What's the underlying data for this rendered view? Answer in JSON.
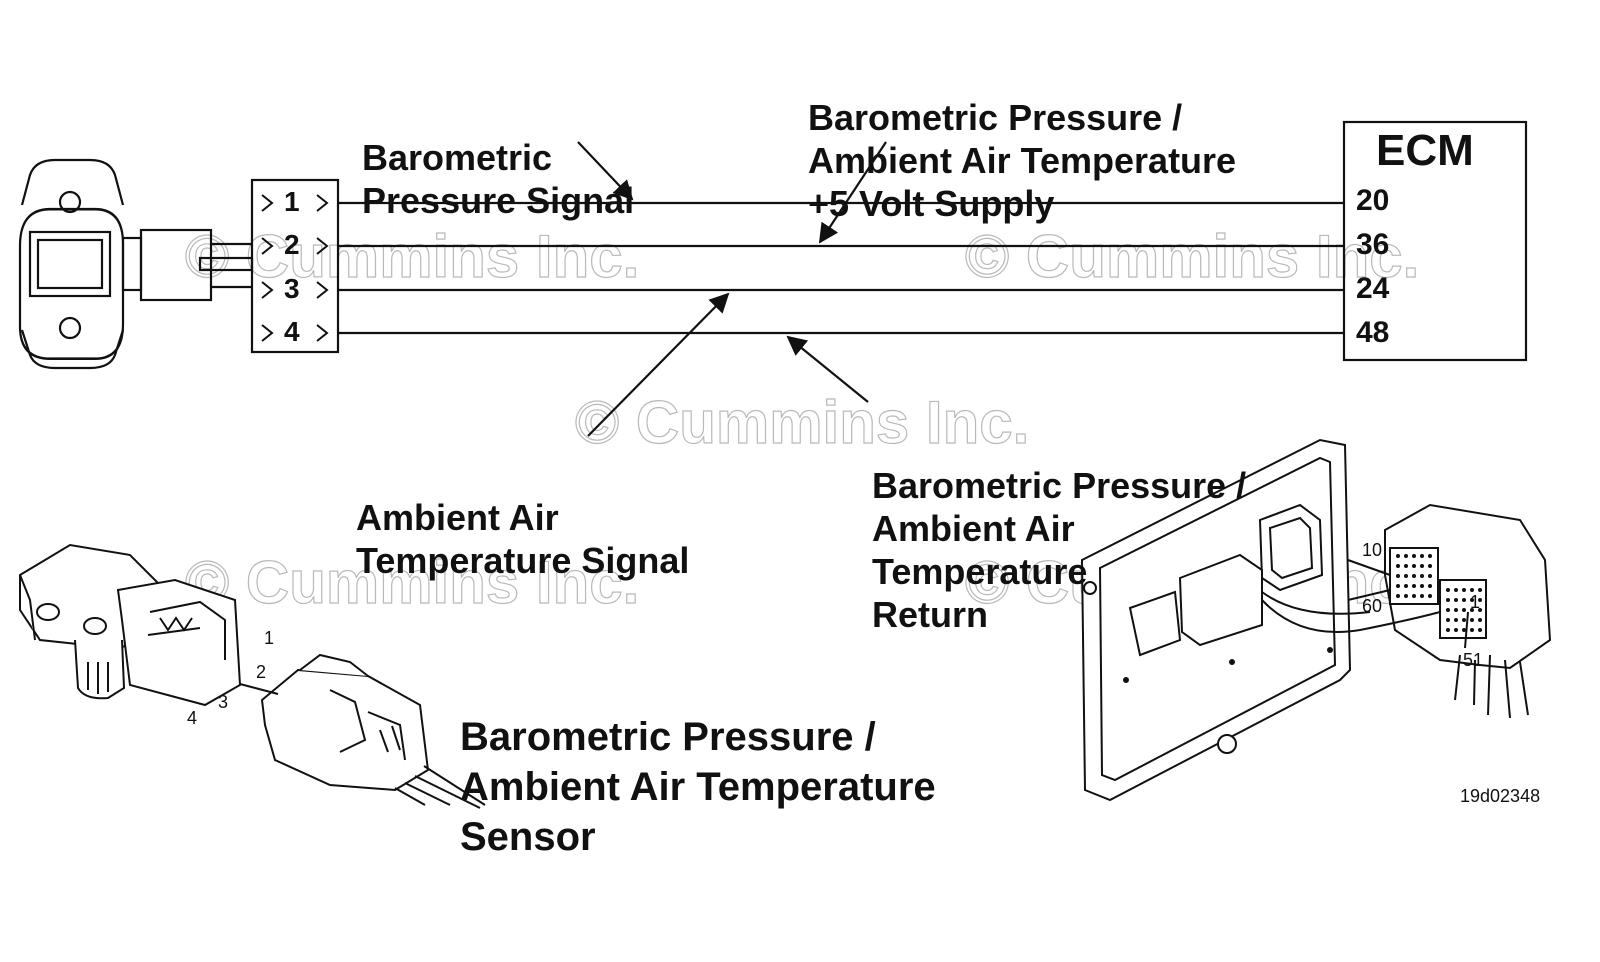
{
  "labels": {
    "baro_signal": [
      "Barometric",
      "Pressure Signal"
    ],
    "supply": [
      "Barometric Pressure /",
      "Ambient Air Temperature",
      "+5 Volt Supply"
    ],
    "ambient_signal": [
      "Ambient Air",
      "Temperature Signal"
    ],
    "return": [
      "Barometric Pressure /",
      "Ambient Air",
      "Temperature",
      "Return"
    ],
    "sensor_title": [
      "Barometric Pressure /",
      "Ambient Air Temperature",
      "Sensor"
    ]
  },
  "ecm": {
    "title": "ECM",
    "pins": [
      "20",
      "36",
      "24",
      "48"
    ]
  },
  "connector": {
    "pins": [
      "1",
      "2",
      "3",
      "4"
    ]
  },
  "sensor_connector_pins": [
    "1",
    "2",
    "3",
    "4"
  ],
  "ecm_connector_pins": [
    "10",
    "60",
    "1",
    "51"
  ],
  "watermark": "© Cummins Inc.",
  "figure_id": "19d02348"
}
